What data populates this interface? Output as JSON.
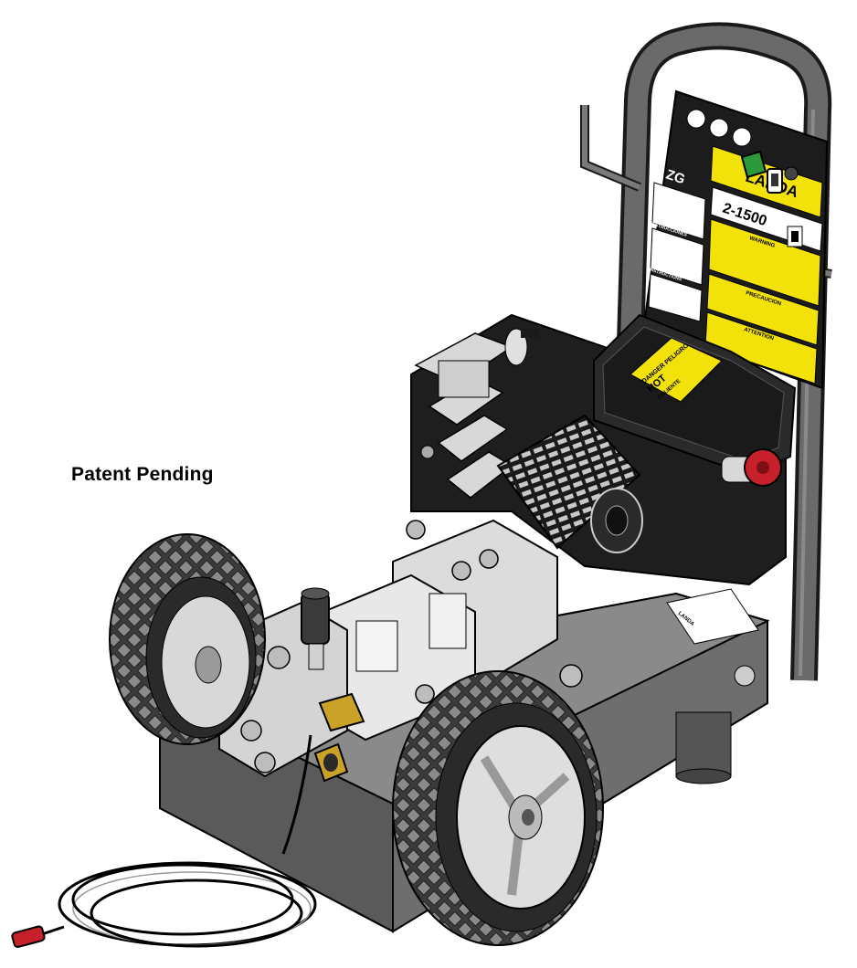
{
  "caption": "Patent Pending",
  "panel": {
    "brand": "LANDA",
    "model_code": "ZG",
    "model_number": "2-1500",
    "row_labels": [
      "INSTRUCTIONS",
      "INSTRUCCIONES",
      "INSTRUCTIONS"
    ],
    "warnings": [
      "WARNING",
      "PRECAUCION",
      "ATTENTION"
    ]
  },
  "engine_label": {
    "line1": "DANGER PELIGRO",
    "line2": "HOT",
    "line3": "CALIENTE"
  },
  "base_label": "LANDA",
  "colors": {
    "frame": "#5a5a5a",
    "panel": "#1c1c1c",
    "yellow": "#f2e20a",
    "base": "#6e6e6e",
    "engine": "#222222",
    "tire": "#3a3a3a",
    "brass": "#c9a227",
    "red_knob": "#c8202a",
    "green_nozzle": "#2a9a3a"
  },
  "icons": [
    "hose-coil-icon",
    "spray-nozzle-icon",
    "quick-connect-icon"
  ]
}
